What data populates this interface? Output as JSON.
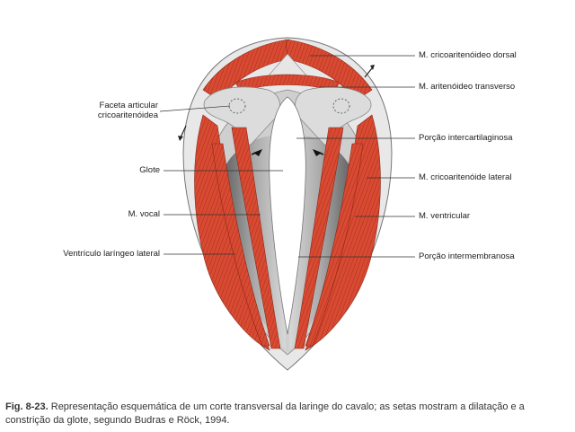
{
  "labels": {
    "dorsal": "M. cricoaritenóideo dorsal",
    "transverso": "M. aritenóideo transverso",
    "faceta_line1": "Faceta articular",
    "faceta_line2": "cricoaritenóidea",
    "intercartilaginosa": "Porção intercartilaginosa",
    "glote": "Glote",
    "lateral": "M. cricoaritenóide lateral",
    "vocal": "M. vocal",
    "ventricular": "M. ventricular",
    "ventriculo": "Ventrículo laríngeo lateral",
    "intermembranosa": "Porção intermembranosa"
  },
  "caption": {
    "fig": "Fig. 8-23.",
    "text": " Representação esquemática de um corte transversal da laringe do cavalo; as setas mostram a dilatação e a constrição da glote, segundo Budras e Röck, 1994."
  },
  "colors": {
    "muscle": "#d94a32",
    "muscle_stripe": "#a8301e",
    "outer_ring": "#e6e6e6",
    "cartilage": "#d4d4d4",
    "inner_gray": "#8a8a8a",
    "glottis": "#ffffff"
  }
}
